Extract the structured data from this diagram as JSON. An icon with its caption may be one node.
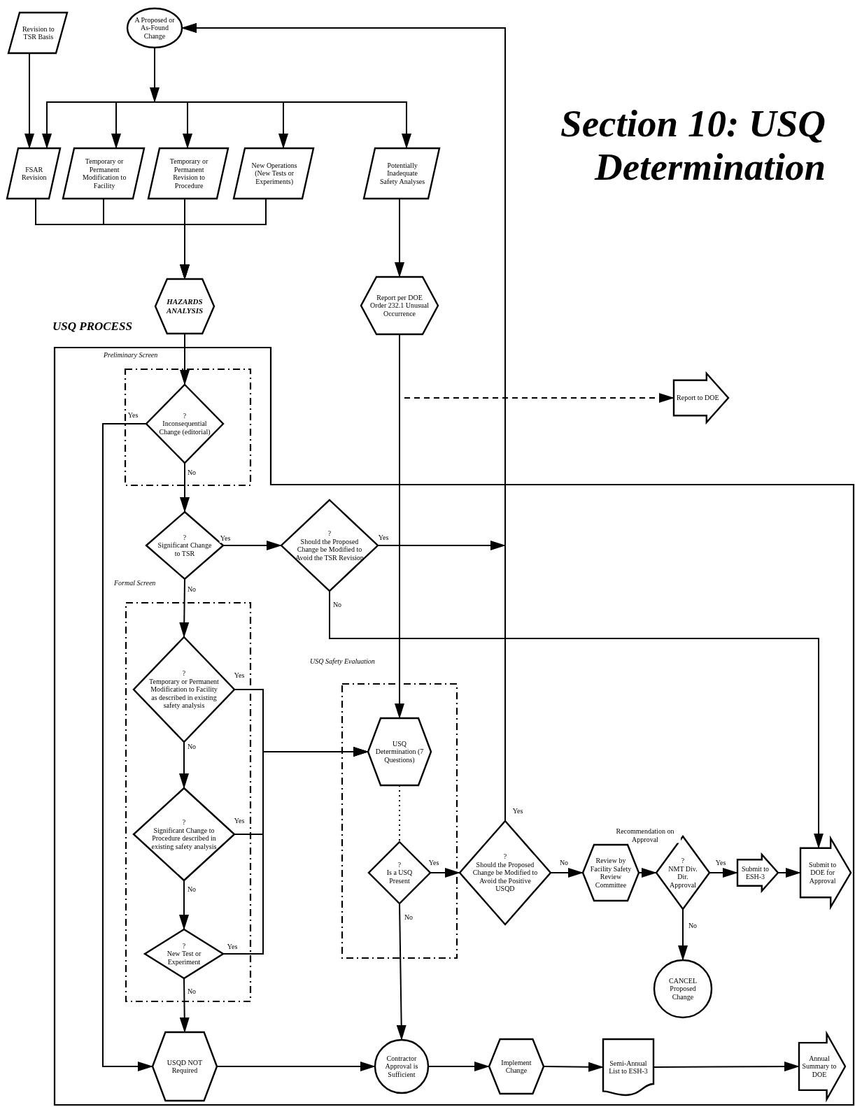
{
  "diagram": {
    "title": "Section 10: USQ Determination",
    "nodes": [
      {
        "text": [
          "Revision to TSR Basis"
        ]
      },
      {
        "text": [
          "A Proposed or As-Found Change"
        ]
      },
      {
        "text": [
          "FSAR Revision"
        ]
      },
      {
        "text": [
          "Temporary or Permanent Modification to Facility"
        ]
      },
      {
        "text": [
          "Temporary or Permanent Revision to Procedure"
        ]
      },
      {
        "text": [
          "New Operations (New Tests or Experiments)"
        ]
      },
      {
        "text": [
          "Potentially Inadequate Safety Analyses"
        ]
      },
      {
        "text": [
          "HAZARDS ANALYSIS"
        ]
      },
      {
        "text": [
          "Report per DOE Order 232.1 Unusual Occurrence"
        ]
      },
      {
        "text": [
          "Report to DOE"
        ]
      },
      {
        "text": [
          "USQ PROCESS"
        ]
      },
      {
        "text": [
          "Preliminary Screen"
        ],
        "in": 10
      },
      {
        "text": [
          "?",
          "Inconsequential Change (editorial)"
        ],
        "in": 11
      },
      {
        "text": [
          "?",
          "Significant Change to TSR"
        ],
        "in": 10
      },
      {
        "text": [
          "?",
          "Should the Proposed Change be Modified to Avoid the TSR Revision"
        ],
        "in": 10
      },
      {
        "text": [
          "Formal Screen"
        ],
        "in": 10
      },
      {
        "text": [
          "?",
          "Temporary or Permanent Modification to Facility as described in existing safety analysis"
        ],
        "in": 15
      },
      {
        "text": [
          "?",
          "Significant Change to Procedure described in existing safety analysis"
        ],
        "in": 15
      },
      {
        "text": [
          "?",
          "New Test or Experiment"
        ],
        "in": 15
      },
      {
        "text": [
          "USQ Safety Evaluation"
        ],
        "in": 10
      },
      {
        "text": [
          "USQ Determination (7 Questions)"
        ],
        "in": 19
      },
      {
        "text": [
          "?",
          "Is a USQ Present"
        ],
        "in": 19
      },
      {
        "text": [
          "?",
          "Should the Proposed Change be Modified to Avoid the Positive USQD"
        ],
        "in": 10
      },
      {
        "text": [
          "Review by Facility Safety Review Committee"
        ],
        "in": 10
      },
      {
        "text": [
          "?",
          "NMT Div. Dir. Approval"
        ],
        "in": 10
      },
      {
        "text": [
          "Submit to ESH-3"
        ],
        "in": 10
      },
      {
        "text": [
          "Submit to DOE for Approval"
        ],
        "in": 10
      },
      {
        "text": [
          "CANCEL Proposed Change"
        ],
        "in": 10
      },
      {
        "text": [
          "USQD NOT Required"
        ],
        "in": 10
      },
      {
        "text": [
          "Contractor Approval is Sufficient"
        ],
        "in": 10
      },
      {
        "text": [
          "Implement Change"
        ],
        "in": 10
      },
      {
        "text": [
          "Semi-Annual List to ESH-3"
        ],
        "in": 10
      },
      {
        "text": [
          "Annual Summary to DOE"
        ],
        "in": 10
      }
    ],
    "edges": [
      {
        "from": 0,
        "to": 2,
        "arrow": "to"
      },
      {
        "from": 1,
        "to": 2,
        "arrow": "to"
      },
      {
        "from": 1,
        "to": 3,
        "arrow": "to"
      },
      {
        "from": 1,
        "to": 4,
        "arrow": "to"
      },
      {
        "from": 1,
        "to": 5,
        "arrow": "to"
      },
      {
        "from": 1,
        "to": 6,
        "arrow": "to"
      },
      {
        "from": 2,
        "to": 7,
        "arrow": "to"
      },
      {
        "from": 3,
        "to": 7,
        "arrow": "to"
      },
      {
        "from": 4,
        "to": 7,
        "arrow": "to"
      },
      {
        "from": 5,
        "to": 7,
        "arrow": "to"
      },
      {
        "from": 6,
        "to": 8,
        "arrow": "to"
      },
      {
        "from": 8,
        "to": 9,
        "arrow": "to",
        "style": "dashed"
      },
      {
        "from": 8,
        "to": 20,
        "arrow": "to"
      },
      {
        "from": 7,
        "to": 12,
        "arrow": "to"
      },
      {
        "from": 12,
        "to": 28,
        "arrow": "to",
        "label": "Yes"
      },
      {
        "from": 12,
        "to": 13,
        "arrow": "to",
        "label": "No"
      },
      {
        "from": 13,
        "to": 14,
        "arrow": "to",
        "label": "Yes"
      },
      {
        "from": 13,
        "to": 16,
        "arrow": "to",
        "label": "No"
      },
      {
        "from": 14,
        "to": 1,
        "arrow": "to",
        "label": "Yes"
      },
      {
        "from": 14,
        "to": 26,
        "arrow": "to",
        "label": "No"
      },
      {
        "from": 16,
        "to": 20,
        "arrow": "to",
        "label": "Yes"
      },
      {
        "from": 16,
        "to": 17,
        "arrow": "to",
        "label": "No"
      },
      {
        "from": 17,
        "to": 20,
        "arrow": "to",
        "label": "Yes"
      },
      {
        "from": 17,
        "to": 18,
        "arrow": "to",
        "label": "No"
      },
      {
        "from": 18,
        "to": 20,
        "arrow": "to",
        "label": "Yes"
      },
      {
        "from": 18,
        "to": 28,
        "arrow": "to",
        "label": "No"
      },
      {
        "from": 20,
        "to": 21,
        "arrow": "none",
        "style": "dashed"
      },
      {
        "from": 21,
        "to": 22,
        "arrow": "to",
        "label": "Yes"
      },
      {
        "from": 21,
        "to": 29,
        "arrow": "to",
        "label": "No"
      },
      {
        "from": 22,
        "to": 1,
        "arrow": "to",
        "label": "Yes"
      },
      {
        "from": 22,
        "to": 23,
        "arrow": "to",
        "label": "No"
      },
      {
        "from": 23,
        "to": 24,
        "arrow": "to",
        "label": "Recommendation on Approval"
      },
      {
        "from": 24,
        "to": 25,
        "arrow": "to",
        "label": "Yes"
      },
      {
        "from": 24,
        "to": 27,
        "arrow": "to",
        "label": "No"
      },
      {
        "from": 25,
        "to": 26,
        "arrow": "to"
      },
      {
        "from": 28,
        "to": 29,
        "arrow": "to"
      },
      {
        "from": 29,
        "to": 30,
        "arrow": "to"
      },
      {
        "from": 30,
        "to": 31,
        "arrow": "to"
      },
      {
        "from": 31,
        "to": 32,
        "arrow": "to"
      }
    ]
  }
}
